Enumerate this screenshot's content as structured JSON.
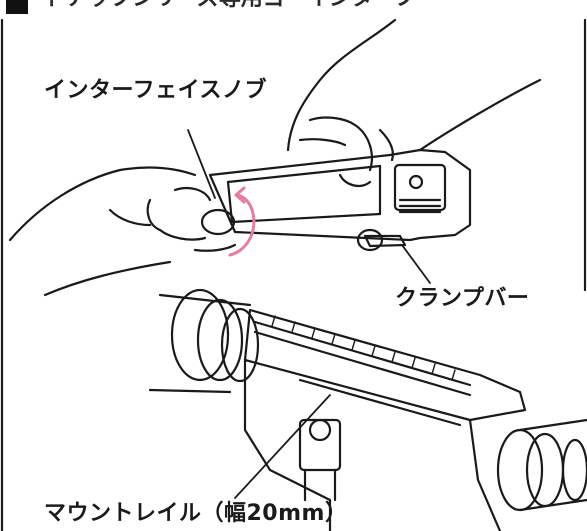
{
  "header": {
    "text": "ドアップシリーズ専用ゴーインターフ"
  },
  "labels": {
    "interface_knob": "インターフェイスノブ",
    "clamp_bar": "クランプバー",
    "mount_rail": "マウントレイル（幅20mm）"
  },
  "colors": {
    "line": "#1a1a1a",
    "arrow": "#e87ba0",
    "background": "#ffffff"
  }
}
